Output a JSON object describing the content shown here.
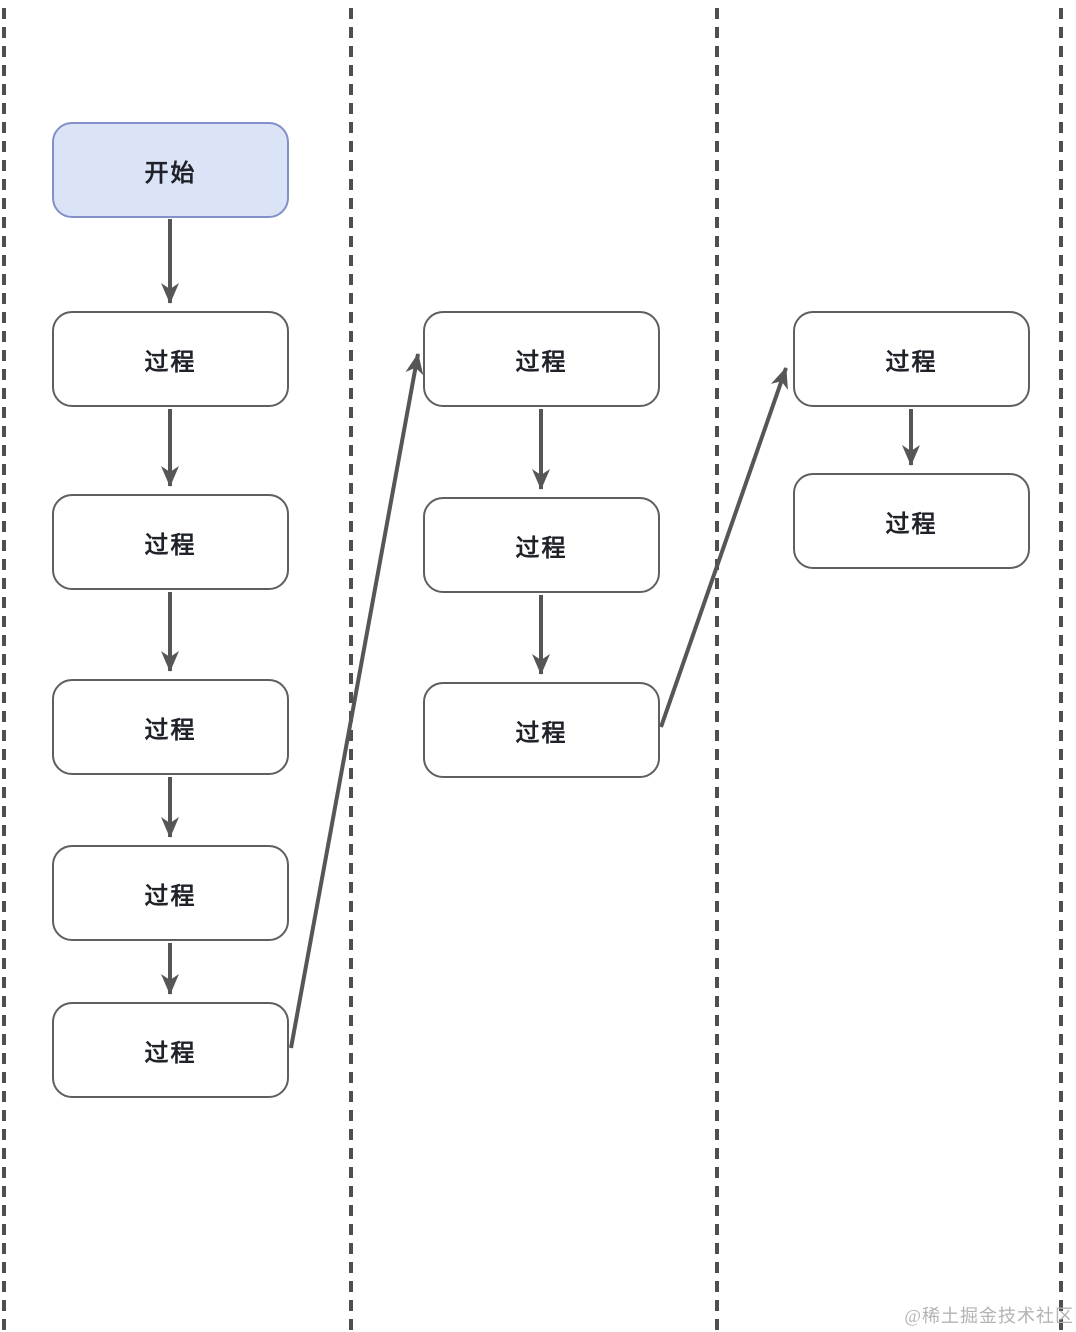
{
  "diagram": {
    "nodes": {
      "start": "开始",
      "col1": [
        "过程",
        "过程",
        "过程",
        "过程",
        "过程"
      ],
      "col2": [
        "过程",
        "过程",
        "过程"
      ],
      "col3": [
        "过程",
        "过程"
      ]
    },
    "edges": [
      "start->col1-1",
      "col1-1->col1-2",
      "col1-2->col1-3",
      "col1-3->col1-4",
      "col1-4->col1-5",
      "col1-5->col2-1",
      "col2-1->col2-2",
      "col2-2->col2-3",
      "col2-3->col3-1",
      "col3-1->col3-2"
    ],
    "colors": {
      "start_fill": "#dbe3f6",
      "start_border": "#8290c9",
      "process_fill": "#ffffff",
      "process_border": "#5f5f5f",
      "arrow": "#565656",
      "lane_divider": "#4f4f4f",
      "text": "#1f2329"
    }
  },
  "watermark": "@稀土掘金技术社区"
}
